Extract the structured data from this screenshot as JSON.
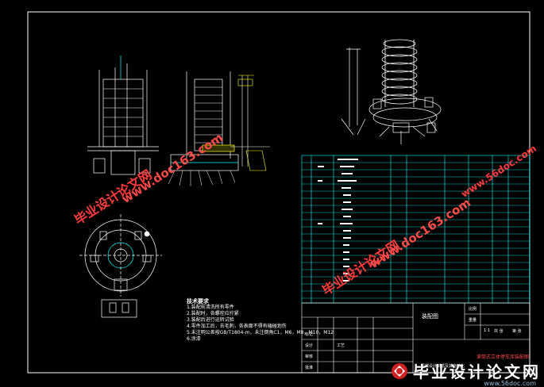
{
  "watermarks": {
    "cn": "毕业设计论文网",
    "url": "www.doc163.com",
    "url_small": "www.56doc.com"
  },
  "brand": {
    "text": "毕业设计论文网",
    "url": "www.56doc.com"
  },
  "notes": {
    "title": "技术要求",
    "lines": [
      "1.装配前清洗所有零件",
      "2.装配时，各螺栓应拧紧",
      "3.装配后进行运转试验",
      "4.零件加工后，去毛刺，各表面不得有磕碰划伤",
      "5.未注明公差按GB/T1804-m，未注倒角C1，M6，M8，M10，M12",
      "6.涂漆"
    ]
  },
  "title_block": {
    "name": "装配图",
    "ratio": "1:1",
    "company": "机械设计制造及其自动化",
    "drawing_title": "滚筒式立体停车库装配图",
    "r1": "标记",
    "r2": "设计",
    "r3": "审核",
    "r4": "工艺",
    "r5": "批准",
    "scale_label": "比例",
    "weight_label": "重量",
    "sheet_label": "共 张",
    "sheet_no": "第 张"
  },
  "colors": {
    "bg": "#000000",
    "line_white": "#ffffff",
    "line_cyan": "#00ffff",
    "line_yellow": "#ffff00",
    "line_red": "#ff0000",
    "watermark": "#ff3b3b"
  }
}
